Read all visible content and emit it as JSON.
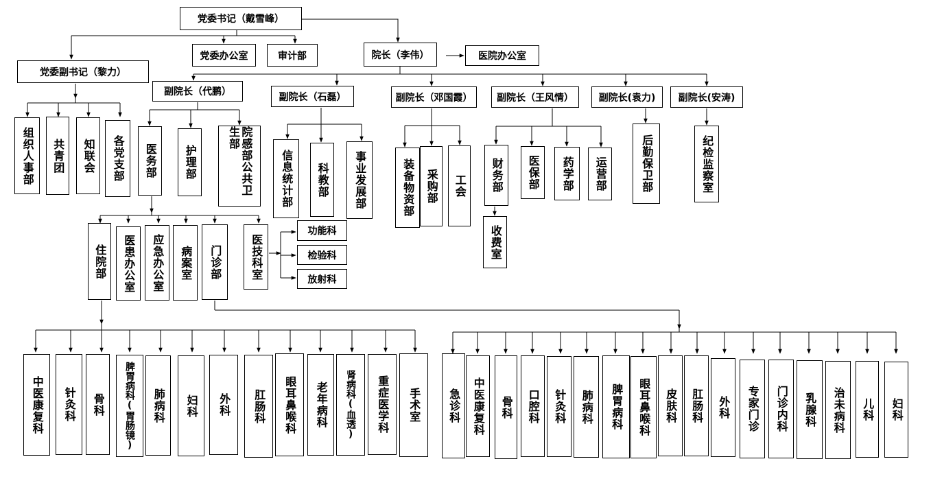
{
  "nodes": {
    "dwsj": "党委书记（戴雪峰）",
    "dwbgs": "党委办公室",
    "sjb": "审计部",
    "yz": "院长（李伟）",
    "yybgs": "医院办公室",
    "dwfsj": "党委副书记（黎力）",
    "zzrsb": "组织人事部",
    "gqt": "共青团",
    "zlh": "知联会",
    "gdzb": "各党支部",
    "fyz_dp": "副院长（代鹏）",
    "ywb": "医务部",
    "hlb": "护理部",
    "ygb": "院感部公共卫生部",
    "fyz_sl": "副院长（石磊）",
    "xxtjb": "信息统计部",
    "kjb": "科教部",
    "syfzb": "事业发展部",
    "fyz_dgx": "副院长（邓国霞）",
    "zbwzb": "装备物资部",
    "cgb": "采购部",
    "gh": "工会",
    "fyz_wfq": "副院长（王风情）",
    "cwb": "财务部",
    "ybb": "医保部",
    "yxb": "药学部",
    "yyb": "运营部",
    "sfs": "收费室",
    "fyz_yl": "副院长(袁力)",
    "hqbwb": "后勤保卫部",
    "fyz_at": "副院长(安涛)",
    "jjjcs": "纪检监察室",
    "zyb": "住院部",
    "yhbgs": "医患办公室",
    "yjbgs": "应急办公室",
    "bas": "病案室",
    "mzb": "门诊部",
    "yjks": "医技科室",
    "gnk": "功能科",
    "jyk": "检验科",
    "fsk": "放射科",
    "zy_zykfk": "中医康复科",
    "zy_zjk": "针灸科",
    "zy_gk": "骨科",
    "zy_pwbk": "脾胃病科(胃肠镜)",
    "zy_fbk": "肺病科",
    "zy_fk": "妇科",
    "zy_wk": "外科",
    "zy_gck": "肛肠科",
    "zy_yebhk": "眼耳鼻喉科",
    "zy_lnbk": "老年病科",
    "zy_sbk": "肾病科(血透)",
    "zy_zzyxk": "重症医学科",
    "zy_sss": "手术室",
    "mz_jzk": "急诊科",
    "mz_zykfk": "中医康复科",
    "mz_gk": "骨科",
    "mz_kqk": "口腔科",
    "mz_zjk": "针灸科",
    "mz_fbk": "肺病科",
    "mz_pwbk": "脾胃病科",
    "mz_yebhk": "眼耳鼻喉科",
    "mz_pfk": "皮肤科",
    "mz_gck": "肛肠科",
    "mz_wk": "外科",
    "mz_zjmz": "专家门诊",
    "mz_mznk": "门诊内科",
    "mz_rxk": "乳腺科",
    "mz_zwbk": "治未病科",
    "mz_ek": "儿科",
    "mz_fk": "妇科"
  }
}
